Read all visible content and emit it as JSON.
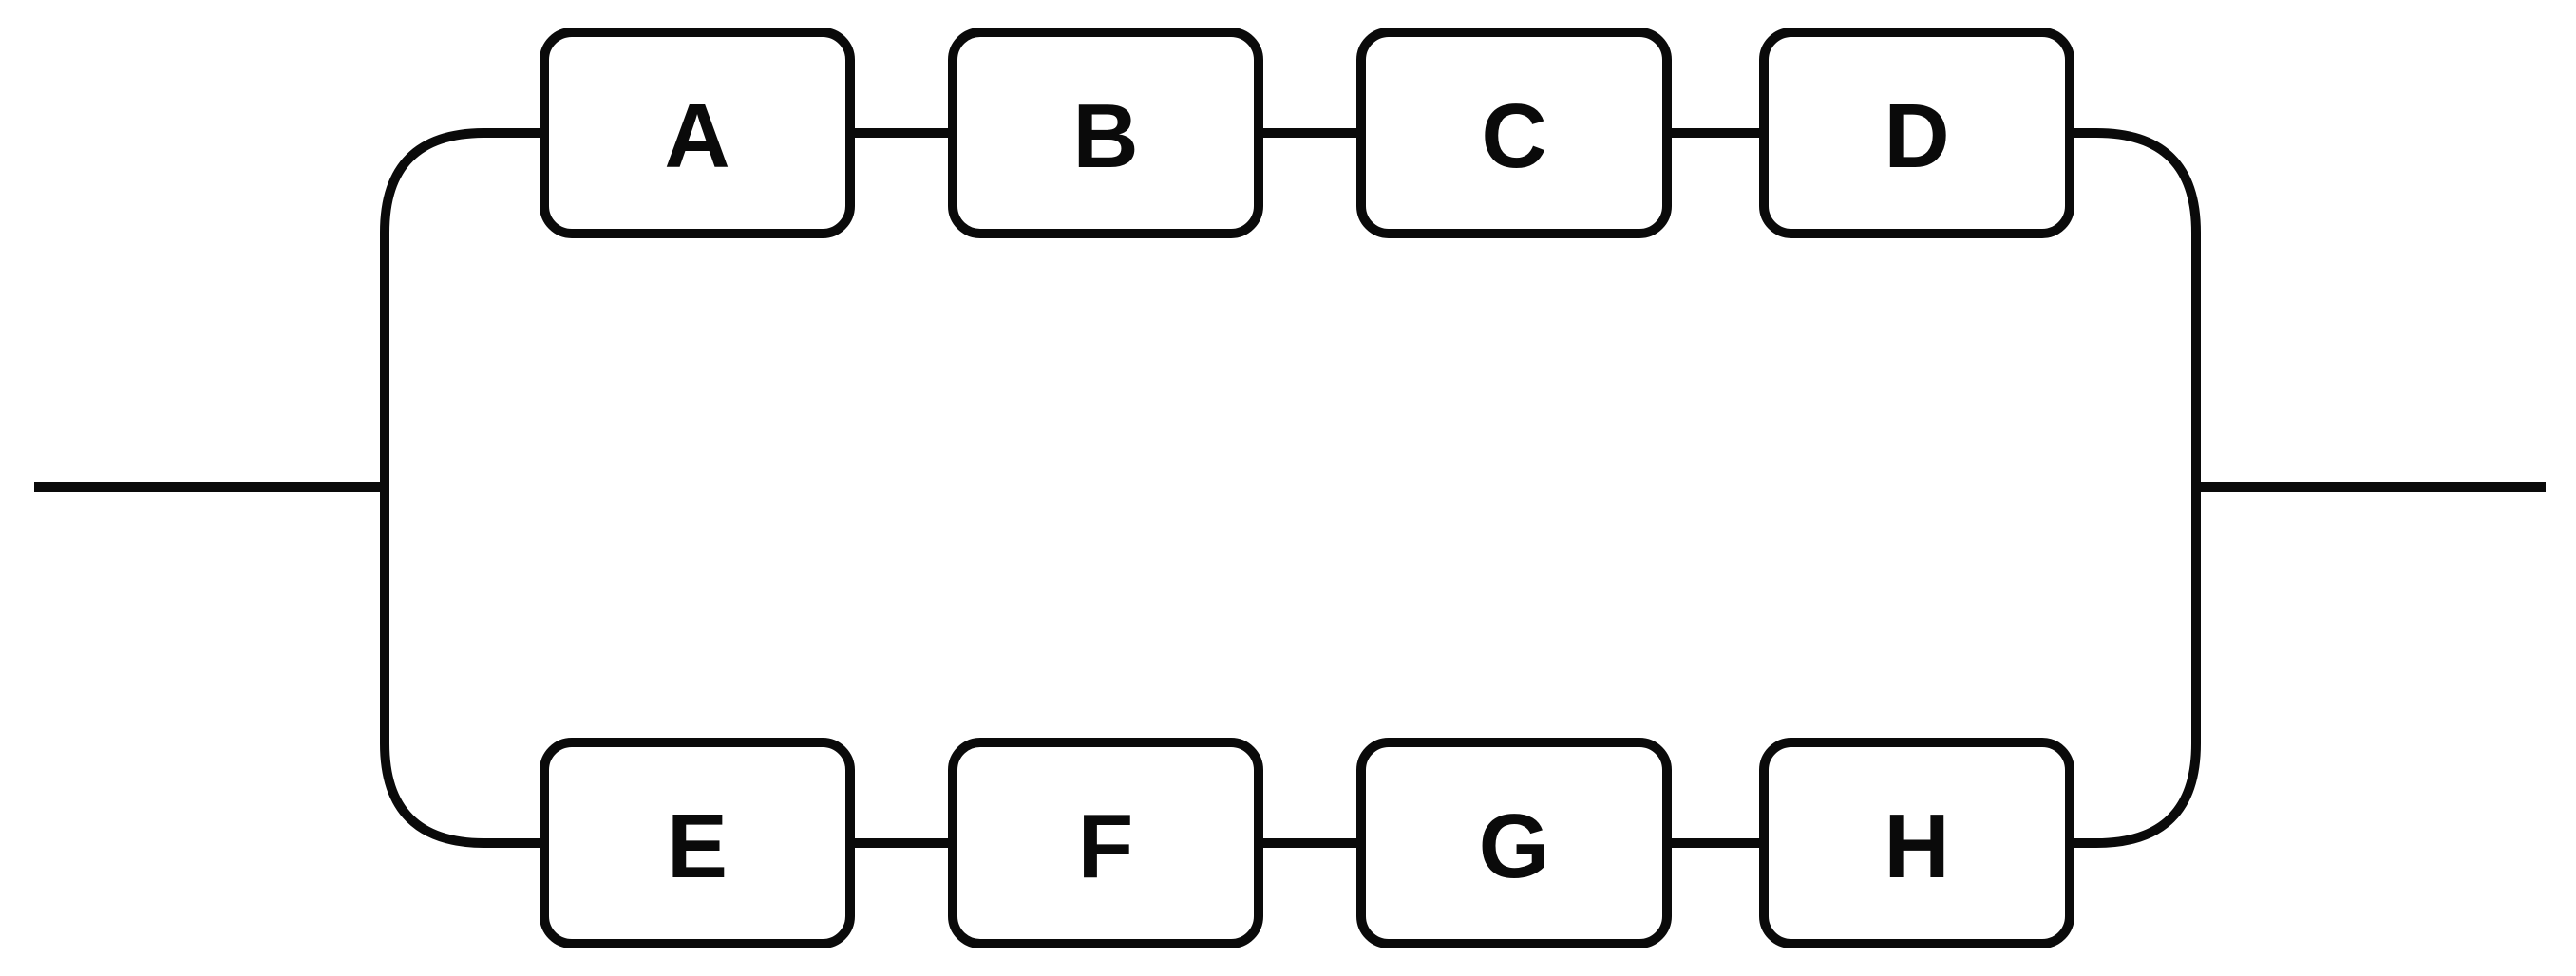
{
  "diagram": {
    "background_color": "#ffffff",
    "stroke_color": "#0a0a0a",
    "blocks": [
      {
        "label": "A"
      },
      {
        "label": "B"
      },
      {
        "label": "C"
      },
      {
        "label": "D"
      },
      {
        "label": "E"
      },
      {
        "label": "F"
      },
      {
        "label": "G"
      },
      {
        "label": "H"
      }
    ],
    "branches": {
      "top": [
        "A",
        "B",
        "C",
        "D"
      ],
      "bottom": [
        "E",
        "F",
        "G",
        "H"
      ]
    }
  }
}
